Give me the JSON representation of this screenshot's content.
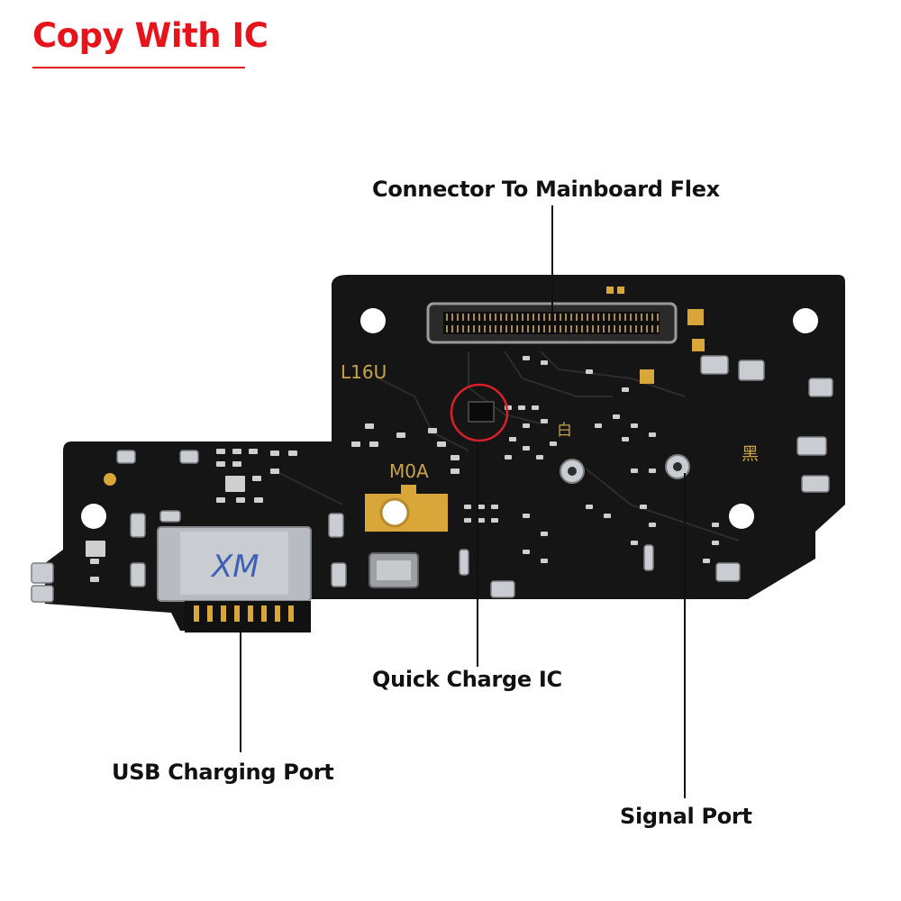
{
  "header": {
    "title": "Copy With IC"
  },
  "board": {
    "silkscreen": {
      "model": "L16U",
      "code": "M0A",
      "char_white": "白",
      "char_black": "黑"
    },
    "usb_port": {
      "marking": "XM"
    }
  },
  "callouts": {
    "connector": "Connector To Mainboard Flex",
    "quick_charge": "Quick Charge IC",
    "usb": "USB Charging Port",
    "signal": "Signal Port"
  },
  "colors": {
    "title_red": "#e8141b",
    "pcb_black": "#151515",
    "gold": "#d9a63a",
    "silver": "#c9ccd0",
    "highlight_circle": "#d9202a"
  }
}
